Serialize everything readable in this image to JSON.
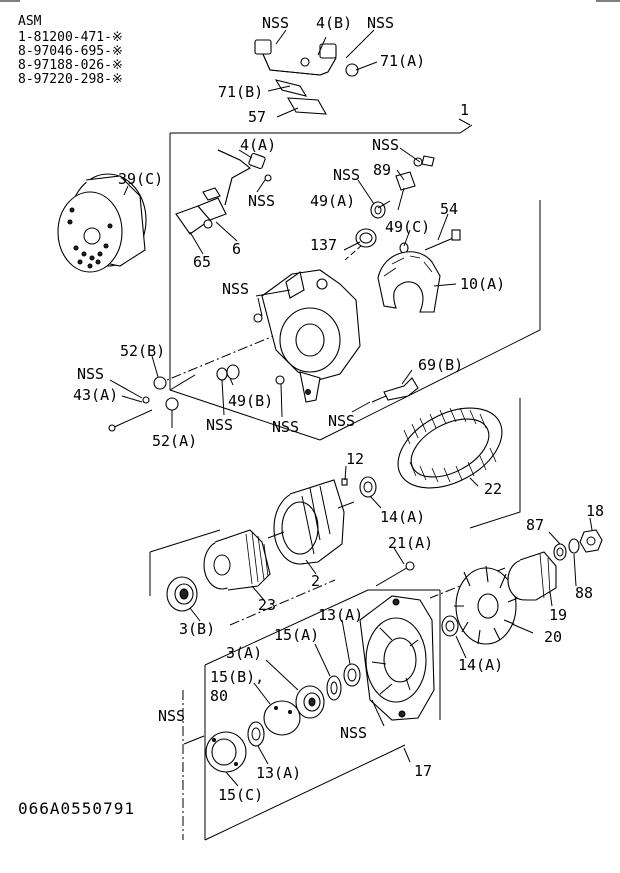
{
  "header": {
    "title": "ASM",
    "assembly_numbers": [
      "1-81200-471-※",
      "8-97046-695-※",
      "8-97188-026-※",
      "8-97220-298-※"
    ]
  },
  "footer": {
    "reference": "066A0550791"
  },
  "callouts": [
    {
      "id": "c-nss-top-left",
      "label": "NSS"
    },
    {
      "id": "c-4b",
      "label": "4(B)"
    },
    {
      "id": "c-nss-top-right",
      "label": "NSS"
    },
    {
      "id": "c-71a",
      "label": "71(A)"
    },
    {
      "id": "c-71b",
      "label": "71(B)"
    },
    {
      "id": "c-57",
      "label": "57"
    },
    {
      "id": "c-1",
      "label": "1"
    },
    {
      "id": "c-4a",
      "label": "4(A)"
    },
    {
      "id": "c-nss-4a",
      "label": "NSS"
    },
    {
      "id": "c-nss-89",
      "label": "NSS"
    },
    {
      "id": "c-89",
      "label": "89"
    },
    {
      "id": "c-nss-49a",
      "label": "NSS"
    },
    {
      "id": "c-49a",
      "label": "49(A)"
    },
    {
      "id": "c-54",
      "label": "54"
    },
    {
      "id": "c-49c",
      "label": "49(C)"
    },
    {
      "id": "c-39c",
      "label": "39(C)"
    },
    {
      "id": "c-137",
      "label": "137"
    },
    {
      "id": "c-6",
      "label": "6"
    },
    {
      "id": "c-65",
      "label": "65"
    },
    {
      "id": "c-10a",
      "label": "10(A)"
    },
    {
      "id": "c-nss-mid",
      "label": "NSS"
    },
    {
      "id": "c-52b",
      "label": "52(B)"
    },
    {
      "id": "c-69b",
      "label": "69(B)"
    },
    {
      "id": "c-nss-43a",
      "label": "NSS"
    },
    {
      "id": "c-43a",
      "label": "43(A)"
    },
    {
      "id": "c-49b",
      "label": "49(B)"
    },
    {
      "id": "c-nss-69b",
      "label": "NSS"
    },
    {
      "id": "c-52a",
      "label": "52(A)"
    },
    {
      "id": "c-nss-49b",
      "label": "NSS"
    },
    {
      "id": "c-nss-housing",
      "label": "NSS"
    },
    {
      "id": "c-12",
      "label": "12"
    },
    {
      "id": "c-22",
      "label": "22"
    },
    {
      "id": "c-14a-upper",
      "label": "14(A)"
    },
    {
      "id": "c-18",
      "label": "18"
    },
    {
      "id": "c-87",
      "label": "87"
    },
    {
      "id": "c-21a",
      "label": "21(A)"
    },
    {
      "id": "c-2",
      "label": "2"
    },
    {
      "id": "c-88",
      "label": "88"
    },
    {
      "id": "c-23",
      "label": "23"
    },
    {
      "id": "c-19",
      "label": "19"
    },
    {
      "id": "c-13a-upper",
      "label": "13(A)"
    },
    {
      "id": "c-3b",
      "label": "3(B)"
    },
    {
      "id": "c-20",
      "label": "20"
    },
    {
      "id": "c-15a",
      "label": "15(A)"
    },
    {
      "id": "c-3a",
      "label": "3(A)"
    },
    {
      "id": "c-14a-lower",
      "label": "14(A)"
    },
    {
      "id": "c-15b",
      "label": "15(B),"
    },
    {
      "id": "c-80",
      "label": "80"
    },
    {
      "id": "c-nss-bottom-left",
      "label": "NSS"
    },
    {
      "id": "c-nss-17",
      "label": "NSS"
    },
    {
      "id": "c-13a-lower",
      "label": "13(A)"
    },
    {
      "id": "c-17",
      "label": "17"
    },
    {
      "id": "c-15c",
      "label": "15(C)"
    }
  ]
}
